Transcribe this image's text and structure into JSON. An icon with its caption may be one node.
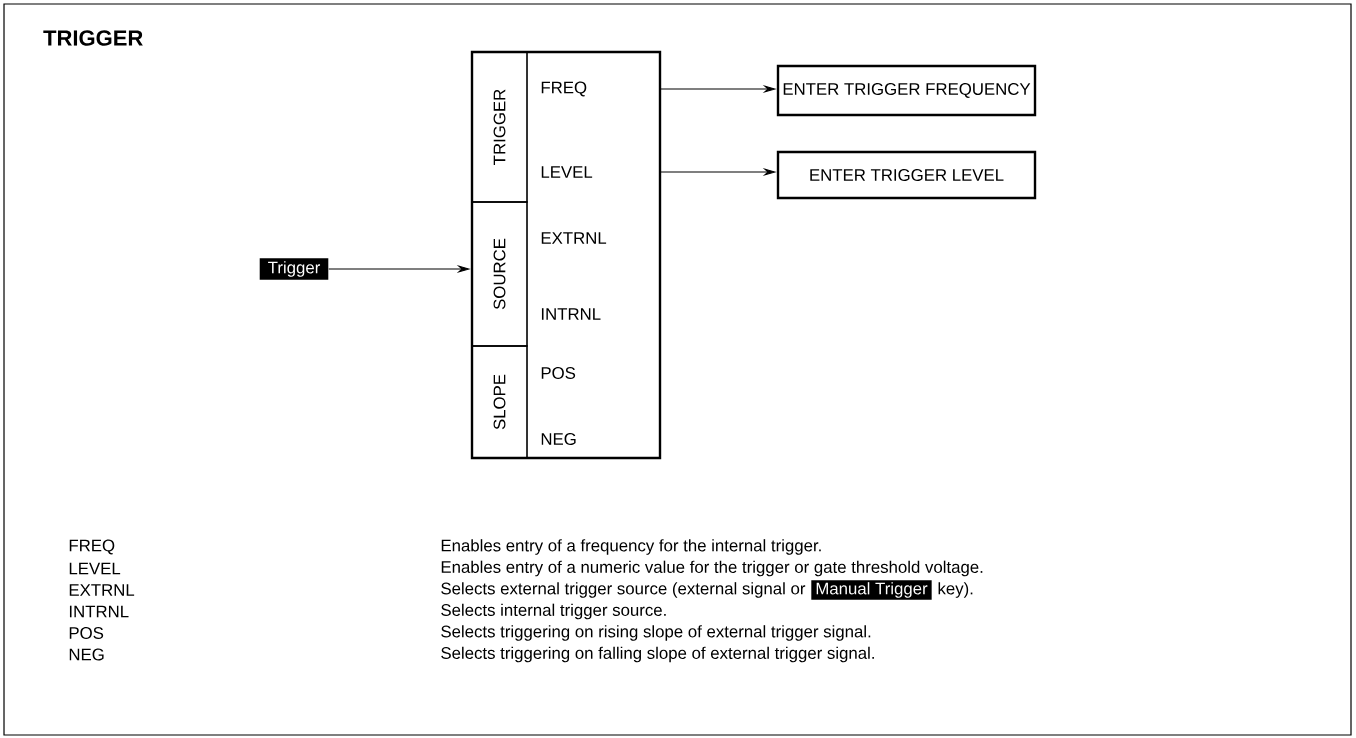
{
  "diagram": {
    "title": "TRIGGER",
    "nodes": [
      {
        "text": [
          "Trigger"
        ]
      },
      {
        "text": [],
        "shape": "box"
      },
      {
        "text": [
          "TRIGGER"
        ],
        "in": 1
      },
      {
        "text": [
          "SOURCE"
        ],
        "in": 1
      },
      {
        "text": [
          "SLOPE"
        ],
        "in": 1
      },
      {
        "text": [
          "FREQ"
        ],
        "in": 1
      },
      {
        "text": [
          "LEVEL"
        ],
        "in": 1
      },
      {
        "text": [
          "EXTRNL"
        ],
        "in": 1
      },
      {
        "text": [
          "INTRNL"
        ],
        "in": 1
      },
      {
        "text": [
          "POS"
        ],
        "in": 1
      },
      {
        "text": [
          "NEG"
        ],
        "in": 1
      },
      {
        "text": [
          "ENTER TRIGGER FREQUENCY"
        ]
      },
      {
        "text": [
          "ENTER TRIGGER LEVEL"
        ]
      }
    ],
    "edges": [
      {
        "from": 0,
        "to": 1,
        "arrow": "to"
      },
      {
        "from": 5,
        "to": 11,
        "arrow": "to"
      },
      {
        "from": 6,
        "to": 12,
        "arrow": "to"
      }
    ],
    "labels": [
      "FREQ",
      "Enables entry of a frequency for the internal trigger.",
      "LEVEL",
      "Enables entry of a numeric value for the trigger or gate threshold voltage.",
      "EXTRNL",
      "Selects external trigger source (external signal or",
      "Manual Trigger",
      "key).",
      "INTRNL",
      "Selects internal trigger source.",
      "POS",
      "Selects triggering on rising slope of external trigger signal.",
      "NEG",
      "Selects triggering on falling slope of external trigger signal."
    ]
  }
}
